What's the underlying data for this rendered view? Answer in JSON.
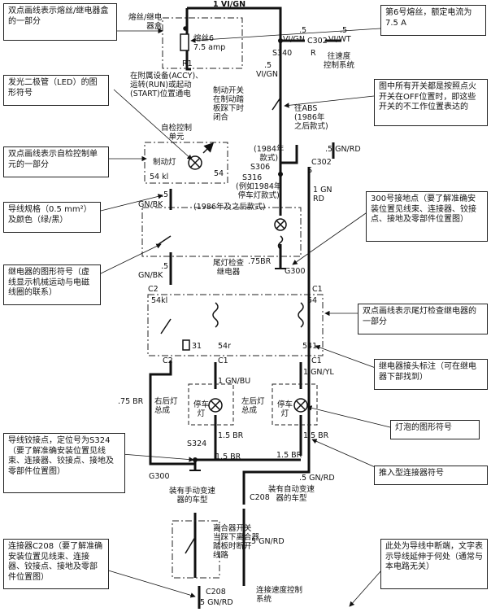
{
  "wire_labels": {
    "top": "1 VI/GN",
    "w5_vi_gn_1": ".5",
    "w5_vi_gn_1b": "VI/GN",
    "c302_wire": "C302",
    "w5_vi_gn_2": ".5",
    "w5_vi_gn_2b": "VI/GN",
    "w5_vi_wt": ".5",
    "w5_vi_wt_b": "VI/WT",
    "r_term": "R",
    "to_speed": "往速度\n控制系统",
    "s340": "S340",
    "w5_vigrn_mid": ".5",
    "w5_vigrn_mid_b": "VI/GN",
    "brake_switch": "制动开关\n在制动踏\n板踩下时\n闭合",
    "to_abs": "往ABS\n(1986年\n之后款式)",
    "w5_gn_rd_top": ".5 GN/RD",
    "year1984": "(1984年\n款式)",
    "s306": "S306",
    "c302_b": "C302",
    "s_term": "S",
    "s316": "S316",
    "s316_note": "(例如1984年\n停车灯款式)",
    "after1986": "(1986年及之后款式)",
    "gn_rd_1": "1 GN\nRD",
    "gn_bk_1": ".5",
    "gn_bk_1b": "GN/BK",
    "w75br": ".75BR",
    "g300_top": "G300",
    "tail_relay": "尾灯检查\n继电器",
    "w5_gn_bk2": ".5",
    "gn_bk_2": "GN/BK",
    "c2_top": "C2",
    "c1_top": "C1",
    "pin54kl_r": "54kl",
    "pin54_r": "54",
    "pin31": "31",
    "pin54r": "54r",
    "pin541": "541",
    "c2_bot": "C2",
    "c1_bot": "C1",
    "c1_bot2": "C1",
    "gn_bu": "1 GN/BU",
    "gn_yl": "1 GN/YL",
    "br75_left": ".75 BR",
    "rear_right": "右后灯\n总成",
    "rear_left": "左后灯\n总成",
    "park_lamp_r": "停车\n灯",
    "park_lamp_l": "停车\n灯",
    "br15_a": "1.5 BR",
    "br15_b": "1.5 BR",
    "s324": "S324",
    "br15_c": "1.5 BR",
    "br15_d": "1.5 BR",
    "g300_bot": "G300",
    "gn_rd_mid": ".5 GN/RD",
    "manual": "装有手动变速\n器的车型",
    "c208_top": "C208",
    "auto": "装有自动变速\n器的车型",
    "clutch": "离合器开关\n当踩下离合器\n踏板时断开\n线路",
    "gn_rd_low": ".5 GN/RD",
    "c208_bot": "C208",
    "gn_rd_bot": ".5 GN/RD",
    "speed_ctrl": "连接速度控制\n系统",
    "fuse_box": "熔丝/继电\n器盒",
    "fuse6": "熔丝6\n7.5 amp",
    "r1": "R1",
    "fuse_feed": "在附属设备(ACCY)、\n运转(RUN)或起动\n(START)位置通电",
    "self_check": "自检控制\n单元",
    "brake_lamp": "制动灯",
    "pin54kl": "54 kl",
    "pin54": "54"
  },
  "callouts": [
    {
      "id": "c1",
      "text": "双点画线表示熔丝/继电器盒的一部分"
    },
    {
      "id": "c2",
      "text": "第6号熔丝，额定电流为7.5 A"
    },
    {
      "id": "c3",
      "text": "发光二极管（LED）的图形符号"
    },
    {
      "id": "c4",
      "text": "图中所有开关都是按照点火开关在OFF位置时，即这些开关的不工作位置表达的"
    },
    {
      "id": "c5",
      "text": "双点画线表示自检控制单元的一部分"
    },
    {
      "id": "c6",
      "text": "导线规格（0.5 mm²）及颜色（绿/黑）"
    },
    {
      "id": "c7",
      "text": "300号接地点（要了解准确安装位置见线束、连接器、铰接点、接地及零部件位置图）"
    },
    {
      "id": "c8",
      "text": "继电器的图形符号（虚线显示机械运动与电磁线圈的联系）"
    },
    {
      "id": "c9",
      "text": "双点画线表示尾灯检查继电器的一部分"
    },
    {
      "id": "c10",
      "text": "继电器接头标注（可在继电器下部找到）"
    },
    {
      "id": "c11",
      "text": "导线铰接点，定位号为S324（要了解准确安装位置见线束、连接器、铰接点、接地及零部件位置图）"
    },
    {
      "id": "c12",
      "text": "灯泡的图形符号"
    },
    {
      "id": "c13",
      "text": "推入型连接器符号"
    },
    {
      "id": "c14",
      "text": "连接器C208（要了解准确安装位置见线束、连接器、铰接点、接地及零部件位置图）"
    },
    {
      "id": "c15",
      "text": "此处为导线中断端，文字表示导线延伸于何处（通常与本电路无关）"
    }
  ]
}
